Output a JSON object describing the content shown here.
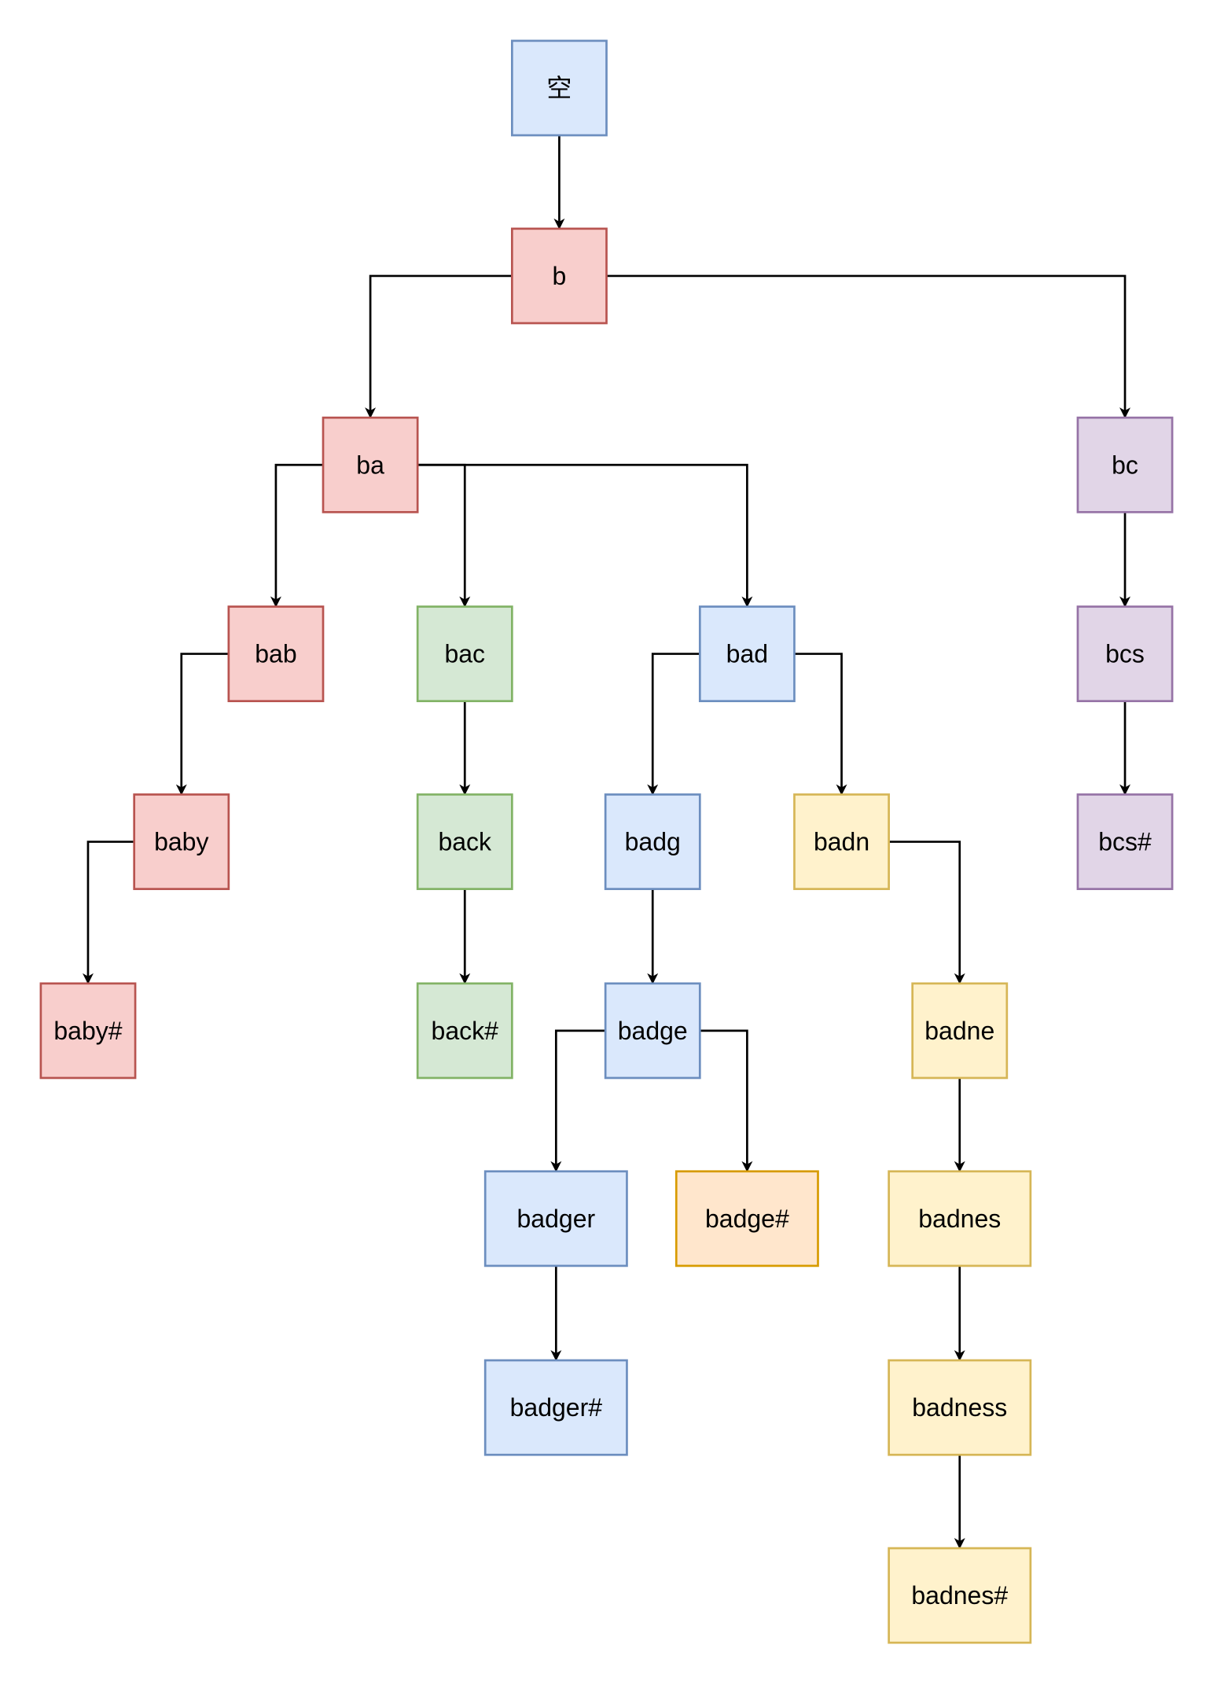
{
  "palette": {
    "blue": {
      "fill": "#dae8fc",
      "stroke": "#6c8ebf"
    },
    "red": {
      "fill": "#f8cecc",
      "stroke": "#b85450"
    },
    "green": {
      "fill": "#d5e8d4",
      "stroke": "#82b366"
    },
    "yellow": {
      "fill": "#fff2cc",
      "stroke": "#d6b656"
    },
    "purple": {
      "fill": "#e1d5e7",
      "stroke": "#9673a6"
    },
    "orange": {
      "fill": "#ffe6cc",
      "stroke": "#d79b00"
    }
  },
  "nodes": [
    {
      "id": "root",
      "label": "空",
      "color": "blue"
    },
    {
      "id": "b",
      "label": "b",
      "color": "red"
    },
    {
      "id": "ba",
      "label": "ba",
      "color": "red"
    },
    {
      "id": "bc",
      "label": "bc",
      "color": "purple"
    },
    {
      "id": "bab",
      "label": "bab",
      "color": "red"
    },
    {
      "id": "bac",
      "label": "bac",
      "color": "green"
    },
    {
      "id": "bad",
      "label": "bad",
      "color": "blue"
    },
    {
      "id": "bcs",
      "label": "bcs",
      "color": "purple"
    },
    {
      "id": "baby",
      "label": "baby",
      "color": "red"
    },
    {
      "id": "back",
      "label": "back",
      "color": "green"
    },
    {
      "id": "badg",
      "label": "badg",
      "color": "blue"
    },
    {
      "id": "badn",
      "label": "badn",
      "color": "yellow"
    },
    {
      "id": "bcs_end",
      "label": "bcs#",
      "color": "purple"
    },
    {
      "id": "baby_end",
      "label": "baby#",
      "color": "red"
    },
    {
      "id": "back_end",
      "label": "back#",
      "color": "green"
    },
    {
      "id": "badge",
      "label": "badge",
      "color": "blue"
    },
    {
      "id": "badne",
      "label": "badne",
      "color": "yellow"
    },
    {
      "id": "badger",
      "label": "badger",
      "color": "blue"
    },
    {
      "id": "badge_end",
      "label": "badge#",
      "color": "orange"
    },
    {
      "id": "badnes",
      "label": "badnes",
      "color": "yellow"
    },
    {
      "id": "badger_end",
      "label": "badger#",
      "color": "blue"
    },
    {
      "id": "badness",
      "label": "badness",
      "color": "yellow"
    },
    {
      "id": "badnes_end",
      "label": "badnes#",
      "color": "yellow"
    }
  ],
  "edges": [
    [
      "root",
      "b"
    ],
    [
      "b",
      "ba"
    ],
    [
      "b",
      "bc"
    ],
    [
      "ba",
      "bab"
    ],
    [
      "ba",
      "bac"
    ],
    [
      "ba",
      "bad"
    ],
    [
      "bc",
      "bcs"
    ],
    [
      "bcs",
      "bcs_end"
    ],
    [
      "bab",
      "baby"
    ],
    [
      "baby",
      "baby_end"
    ],
    [
      "bac",
      "back"
    ],
    [
      "back",
      "back_end"
    ],
    [
      "bad",
      "badg"
    ],
    [
      "bad",
      "badn"
    ],
    [
      "badg",
      "badge"
    ],
    [
      "badge",
      "badger"
    ],
    [
      "badge",
      "badge_end"
    ],
    [
      "badger",
      "badger_end"
    ],
    [
      "badn",
      "badne"
    ],
    [
      "badne",
      "badnes"
    ],
    [
      "badnes",
      "badness"
    ],
    [
      "badness",
      "badnes_end"
    ]
  ]
}
